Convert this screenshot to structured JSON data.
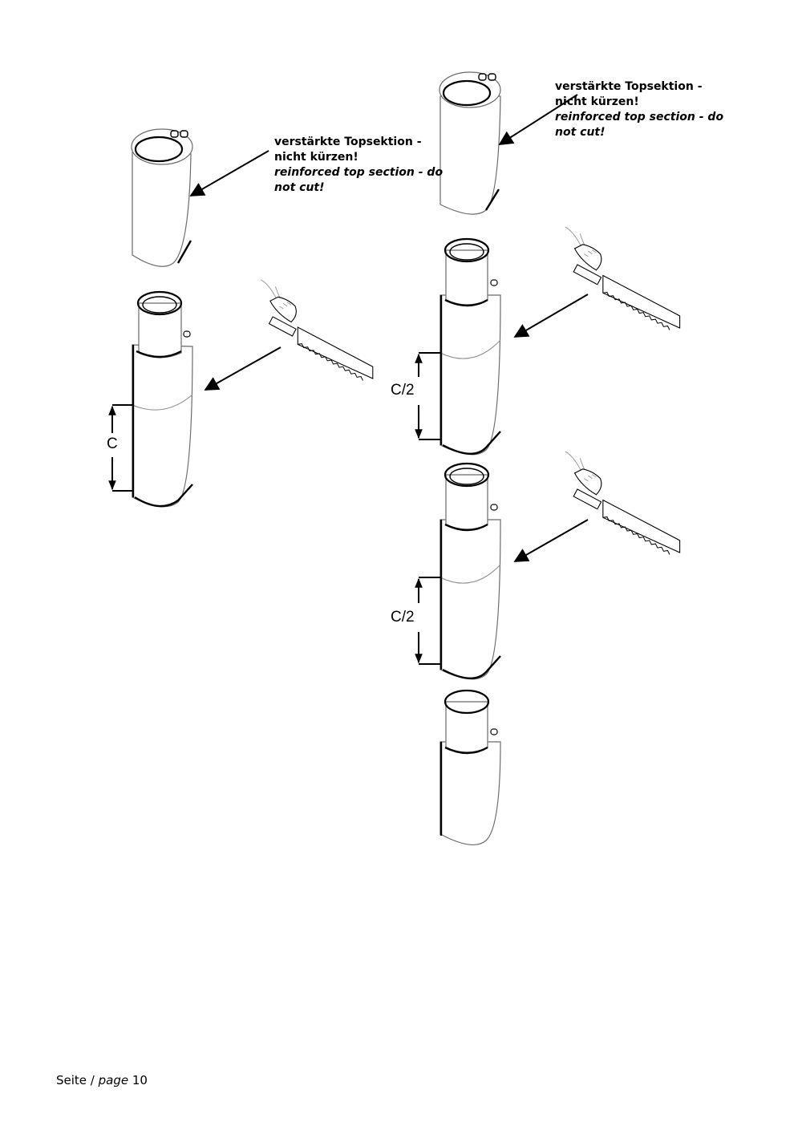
{
  "notes": [
    {
      "de_line1": "verstärkte Topsektion -",
      "de_line2": "nicht kürzen!",
      "en_line1": "reinforced top section - do",
      "en_line2": "not cut!"
    },
    {
      "de_line1": "verstärkte Topsektion -",
      "de_line2": "nicht kürzen!",
      "en_line1": "reinforced top section - do",
      "en_line2": "not cut!"
    }
  ],
  "dimensions": {
    "full": "C",
    "half_1": "C/2",
    "half_2": "C/2"
  },
  "footer": {
    "prefix": "Seite /",
    "page_word": "page",
    "page_number": "10"
  },
  "icons": [
    "pole-section",
    "hand-saw",
    "pointer-arrow",
    "dimension-arrow"
  ]
}
